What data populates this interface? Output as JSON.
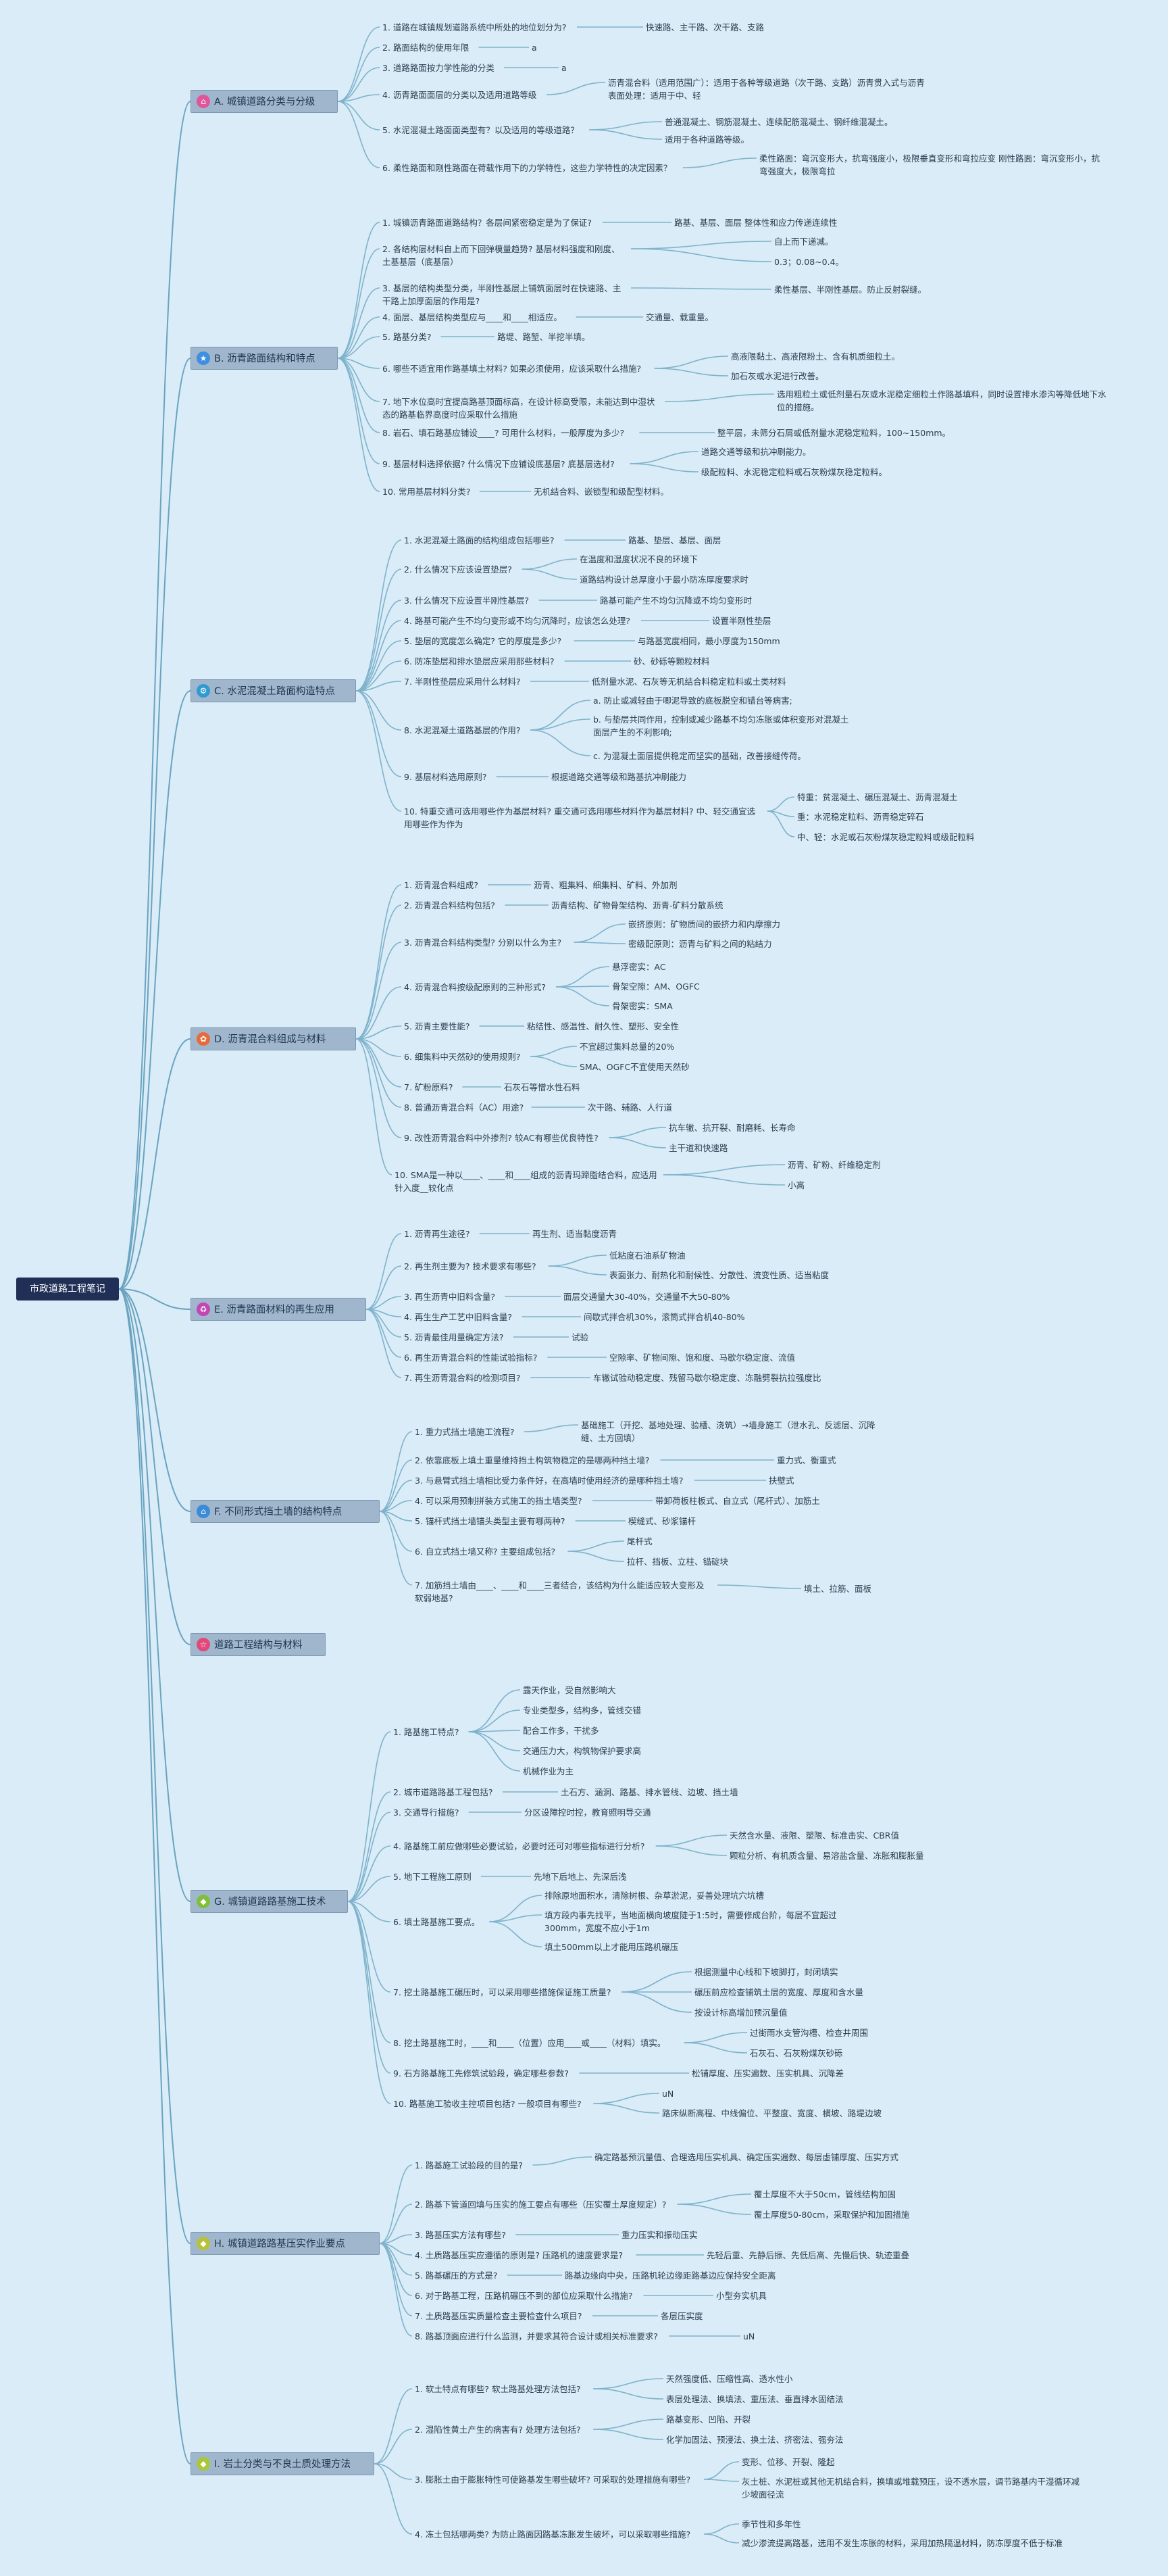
{
  "root": "市政道路工程笔记",
  "sections": [
    {
      "label": "A. 城镇道路分类与分级",
      "icon": "house-icon",
      "color": "#e0569b",
      "glyph": "⌂"
    },
    {
      "label": "B. 沥青路面结构和特点",
      "icon": "star-icon",
      "color": "#3e8fe0",
      "glyph": "★"
    },
    {
      "label": "C. 水泥混凝土路面构造特点",
      "icon": "gear-icon",
      "color": "#2f9bd0",
      "glyph": "⚙"
    },
    {
      "label": "D. 沥青混合料组成与材料",
      "icon": "flower-icon",
      "color": "#e86a3a",
      "glyph": "✿"
    },
    {
      "label": "E. 沥青路面材料的再生应用",
      "icon": "recycle-icon",
      "color": "#c246b4",
      "glyph": "♻"
    },
    {
      "label": "F. 不同形式挡土墙的结构特点",
      "icon": "house-icon",
      "color": "#3a8bd8",
      "glyph": "⌂"
    },
    {
      "label": "道路工程结构与材料",
      "icon": "star-outline-icon",
      "color": "#e04a7a",
      "glyph": "☆"
    },
    {
      "label": "G. 城镇道路路基施工技术",
      "icon": "shield-icon",
      "color": "#7fbf3a",
      "glyph": "◆"
    },
    {
      "label": "H. 城镇道路路基压实作业要点",
      "icon": "shield-icon",
      "color": "#b7c23a",
      "glyph": "◆"
    },
    {
      "label": "I. 岩土分类与不良土质处理方法",
      "icon": "shield-icon",
      "color": "#a8c83a",
      "glyph": "◆"
    }
  ],
  "nodes": {
    "a1": "1. 道路在城镇规划道路系统中所处的地位划分为?",
    "a1a": "快速路、主干路、次干路、支路",
    "a2": "2. 路面结构的使用年限",
    "a2a": "a",
    "a3": "3. 道路路面按力学性能的分类",
    "a3a": "a",
    "a4": "4. 沥青路面面层的分类以及适用道路等级",
    "a4a": "沥青混合料（适用范围广）：适用于各种等级道路（次干路、支路）沥青贯入式与沥青表面处理：适用于中、轻",
    "a5": "5. 水泥混凝土路面面类型有？以及适用的等级道路？",
    "a5a": "普通混凝土、钢筋混凝土、连续配筋混凝土、钢纤维混凝土。",
    "a5b": "适用于各种道路等级。",
    "a6": "6. 柔性路面和刚性路面在荷载作用下的力学特性，这些力学特性的决定因素？",
    "a6a": "柔性路面：弯沉变形大，抗弯强度小，极限垂直变形和弯拉应变 刚性路面：弯沉变形小，抗弯强度大，极限弯拉",
    "b1": "1. 城镇沥青路面道路结构？各层间紧密稳定是为了保证?",
    "b1a": "路基、基层、面层 整体性和应力传递连续性",
    "b2": "2. 各结构层材料自上而下回弹模量趋势? 基层材料强度和刚度、土基基层（底基层）",
    "b2a": "自上而下递减。",
    "b2b": "0.3；0.08~0.4。",
    "b3": "3. 基层的结构类型分类，半刚性基层上铺筑面层时在快速路、主干路上加厚面层的作用是?",
    "b3a": "柔性基层、半刚性基层。防止反射裂缝。",
    "b4": "4. 面层、基层结构类型应与____和____相适应。",
    "b4a": "交通量、载重量。",
    "b5": "5. 路基分类?",
    "b5a": "路堤、路堑、半挖半填。",
    "b6": "6. 哪些不适宜用作路基填土材料? 如果必须使用，应该采取什么措施?",
    "b6a": "高液限黏土、高液限粉土、含有机质细粒土。",
    "b6b": "加石灰或水泥进行改善。",
    "b7": "7. 地下水位高时宜提高路基顶面标高，在设计标高受限，未能达到中湿状态的路基临界高度时应采取什么措施",
    "b7a": "选用粗粒土或低剂量石灰或水泥稳定细粒土作路基填料，同时设置排水渗沟等降低地下水位的措施。",
    "b8": "8. 岩石、填石路基应铺设____? 可用什么材料，一般厚度为多少?",
    "b8a": "整平层，未筛分石屑或低剂量水泥稳定粒料，100~150mm。",
    "b9": "9. 基层材料选择依据? 什么情况下应铺设底基层? 底基层选材?",
    "b9a": "道路交通等级和抗冲刷能力。",
    "b9b": "级配粒料、水泥稳定粒料或石灰粉煤灰稳定粒料。",
    "b10": "10. 常用基层材料分类?",
    "b10a": "无机结合料、嵌锁型和级配型材料。",
    "c1": "1. 水泥混凝土路面的结构组成包括哪些?",
    "c1a": "路基、垫层、基层、面层",
    "c2": "2. 什么情况下应该设置垫层?",
    "c2a": "在温度和湿度状况不良的环境下",
    "c2b": "道路结构设计总厚度小于最小防冻厚度要求时",
    "c3": "3. 什么情况下应设置半刚性基层?",
    "c3a": "路基可能产生不均匀沉降或不均匀变形时",
    "c4": "4. 路基可能产生不均匀变形或不均匀沉降时，应该怎么处理?",
    "c4a": "设置半刚性垫层",
    "c5": "5. 垫层的宽度怎么确定? 它的厚度是多少?",
    "c5a": "与路基宽度相同，最小厚度为150mm",
    "c6": "6. 防冻垫层和排水垫层应采用那些材料?",
    "c6a": "砂、砂砾等颗粒材料",
    "c7": "7. 半刚性垫层应采用什么材料?",
    "c7a": "低剂量水泥、石灰等无机结合料稳定粒料或土类材料",
    "c8": "8. 水泥混凝土道路基层的作用?",
    "c8a": "a. 防止或减轻由于唧泥导致的底板脱空和错台等病害;",
    "c8b": "b. 与垫层共同作用，控制或减少路基不均匀冻胀或体积变形对混凝土面层产生的不利影响;",
    "c8c": "c. 为混凝土面层提供稳定而坚实的基础，改善接缝传荷。",
    "c9": "9. 基层材料选用原则?",
    "c9a": "根据道路交通等级和路基抗冲刷能力",
    "c10": "10. 特重交通可选用哪些作为基层材料? 重交通可选用哪些材料作为基层材料? 中、轻交通宜选用哪些作为作为",
    "c10a": "特重：贫混凝土、碾压混凝土、沥青混凝土",
    "c10b": "重：水泥稳定粒料、沥青稳定碎石",
    "c10c": "中、轻：水泥或石灰粉煤灰稳定粒料或级配粒料",
    "d1": "1. 沥青混合料组成?",
    "d1a": "沥青、粗集料、细集料、矿料、外加剂",
    "d2": "2. 沥青混合料结构包括?",
    "d2a": "沥青结构、矿物骨架结构、沥青-矿料分散系统",
    "d3": "3. 沥青混合料结构类型? 分别以什么为主?",
    "d3a": "嵌挤原则：矿物质间的嵌挤力和内摩擦力",
    "d3b": "密级配原则：沥青与矿料之间的粘结力",
    "d4": "4. 沥青混合料按级配原则的三种形式?",
    "d4a": "悬浮密实：AC",
    "d4b": "骨架空隙：AM、OGFC",
    "d4c": "骨架密实：SMA",
    "d5": "5. 沥青主要性能?",
    "d5a": "粘结性、感温性、耐久性、塑形、安全性",
    "d6": "6. 细集料中天然砂的使用规则?",
    "d6a": "不宜超过集料总量的20%",
    "d6b": "SMA、OGFC不宜使用天然砂",
    "d7": "7. 矿粉原料?",
    "d7a": "石灰石等憎水性石料",
    "d8": "8. 普通沥青混合料（AC）用途?",
    "d8a": "次干路、辅路、人行道",
    "d9": "9. 改性沥青混合料中外掺剂? 较AC有哪些优良特性?",
    "d9a": "抗车辙、抗开裂、耐磨耗、长寿命",
    "d9b": "主干道和快速路",
    "d10": "10. SMA是一种以____、____和____组成的沥青玛蹄脂结合料，应适用针入度__较化点",
    "d10a": "沥青、矿粉、纤维稳定剂",
    "d10b": "小高",
    "e1": "1. 沥青再生途径?",
    "e1a": "再生剂、适当黏度沥青",
    "e2": "2. 再生剂主要为? 技术要求有哪些?",
    "e2a": "低粘度石油系矿物油",
    "e2b": "表面张力、耐热化和耐候性、分散性、流变性质、适当粘度",
    "e3": "3. 再生沥青中旧料含量?",
    "e3a": "面层交通量大30-40%，交通量不大50-80%",
    "e4": "4. 再生生产工艺中旧料含量?",
    "e4a": "间歇式拌合机30%，滚筒式拌合机40-80%",
    "e5": "5. 沥青最佳用量确定方法?",
    "e5a": "试验",
    "e6": "6. 再生沥青混合料的性能试验指标?",
    "e6a": "空隙率、矿物间隙、饱和度、马歇尔稳定度、流值",
    "e7": "7. 再生沥青混合料的检测项目?",
    "e7a": "车辙试验动稳定度、残留马歇尔稳定度、冻融劈裂抗拉强度比",
    "f1": "1. 重力式挡土墙施工流程?",
    "f1a": "基础施工（开挖、基地处理、验槽、浇筑）→墙身施工（泄水孔、反滤层、沉降缝、土方回填）",
    "f2": "2. 依靠底板上填土重量维持挡土构筑物稳定的是哪两种挡土墙?",
    "f2a": "重力式、衡重式",
    "f3": "3. 与悬臂式挡土墙相比受力条件好，在高墙时使用经济的是哪种挡土墙?",
    "f3a": "扶壁式",
    "f4": "4. 可以采用预制拼装方式施工的挡土墙类型?",
    "f4a": "带卸荷板柱板式、自立式（尾杆式）、加筋土",
    "f5": "5. 锚杆式挡土墙锚头类型主要有哪两种?",
    "f5a": "楔缝式、砂浆锚杆",
    "f6": "6. 自立式挡土墙又称? 主要组成包括?",
    "f6a": "尾杆式",
    "f6b": "拉杆、挡板、立柱、锚碇块",
    "f7": "7. 加筋挡土墙由____、____和____三者结合，该结构为什么能适应较大变形及软弱地基?",
    "f7a": "填土、拉筋、面板",
    "g1": "1. 路基施工特点?",
    "g1a": "露天作业，受自然影响大",
    "g1b": "专业类型多，结构多，管线交错",
    "g1c": "配合工作多，干扰多",
    "g1d": "交通压力大，构筑物保护要求高",
    "g1e": "机械作业为主",
    "g2": "2. 城市道路路基工程包括?",
    "g2a": "土石方、涵洞、路基、排水管线、边坡、挡土墙",
    "g3": "3. 交通导行措施?",
    "g3a": "分区设障控时控，教育照明导交通",
    "g4": "4. 路基施工前应做哪些必要试验，必要时还可对哪些指标进行分析?",
    "g4a": "天然含水量、液限、塑限、标准击实、CBR值",
    "g4b": "颗粒分析、有机质含量、易溶盐含量、冻胀和膨胀量",
    "g5": "5. 地下工程施工原则",
    "g5a": "先地下后地上、先深后浅",
    "g6": "6. 填土路基施工要点。",
    "g6a": "排除原地面积水，清除树根、杂草淤泥，妥善处理坑穴坑槽",
    "g6b": "填方段内事先找平，当地面横向坡度陡于1:5时，需要修成台阶，每层不宜超过300mm，宽度不应小于1m",
    "g6c": "填土500mm以上才能用压路机碾压",
    "g7": "7. 挖土路基施工碾压时，可以采用哪些措施保证施工质量?",
    "g7a": "根据测量中心线和下坡脚打，封闭填实",
    "g7b": "碾压前应检查铺筑土层的宽度、厚度和含水量",
    "g7c": "按设计标高增加预沉量值",
    "g8": "8. 挖土路基施工时，____和____（位置）应用____或____（材料）填实。",
    "g8a": "过街雨水支管沟槽、检查井周围",
    "g8b": "石灰石、石灰粉煤灰砂砾",
    "g9": "9. 石方路基施工先修筑试验段，确定哪些参数?",
    "g9a": "松铺厚度、压实遍数、压实机具、沉降差",
    "g10": "10. 路基施工验收主控项目包括? 一般项目有哪些?",
    "g10a": "uN",
    "g10b": "路床纵断高程、中线偏位、平整度、宽度、横坡、路堤边坡",
    "h1": "1. 路基施工试验段的目的是?",
    "h1a": "确定路基预沉量值、合理选用压实机具、确定压实遍数、每层虚铺厚度、压实方式",
    "h2": "2. 路基下管道回填与压实的施工要点有哪些（压实覆土厚度规定）?",
    "h2a": "覆土厚度不大于50cm，管线结构加固",
    "h2b": "覆土厚度50-80cm，采取保护和加固措施",
    "h3": "3. 路基压实方法有哪些?",
    "h3a": "重力压实和振动压实",
    "h4": "4. 土质路基压实应遵循的原则是? 压路机的速度要求是?",
    "h4a": "先轻后重、先静后振、先低后高、先慢后快、轨迹重叠",
    "h5": "5. 路基碾压的方式是?",
    "h5a": "路基边缘向中央，压路机轮边缘距路基边应保持安全距离",
    "h6": "6. 对于路基工程，压路机碾压不到的部位应采取什么措施?",
    "h6a": "小型夯实机具",
    "h7": "7. 土质路基压实质量检查主要检查什么项目?",
    "h7a": "各层压实度",
    "h8": "8. 路基顶面应进行什么监测，并要求其符合设计或相关标准要求?",
    "h8a": "uN",
    "i1": "1. 软土特点有哪些? 软土路基处理方法包括?",
    "i1a": "天然强度低、压缩性高、透水性小",
    "i1b": "表层处理法、换填法、重压法、垂直排水固结法",
    "i2": "2. 湿陷性黄土产生的病害有? 处理方法包括?",
    "i2a": "路基变形、凹陷、开裂",
    "i2b": "化学加固法、预浸法、换土法、挤密法、强夯法",
    "i3": "3. 膨胀土由于膨胀特性可使路基发生哪些破坏? 可采取的处理措施有哪些?",
    "i3a": "变形、位移、开裂、隆起",
    "i3b": "灰土桩、水泥桩或其他无机结合料，换填或堆载预压，设不透水层，调节路基内干湿循环减少坡面径流",
    "i4": "4. 冻土包括哪两类? 为防止路面因路基冻胀发生破坏，可以采取哪些措施?",
    "i4a": "季节性和多年性",
    "i4b": "减少渗流提高路基，选用不发生冻胀的材料，采用加热隔温材料，防冻厚度不低于标准"
  }
}
